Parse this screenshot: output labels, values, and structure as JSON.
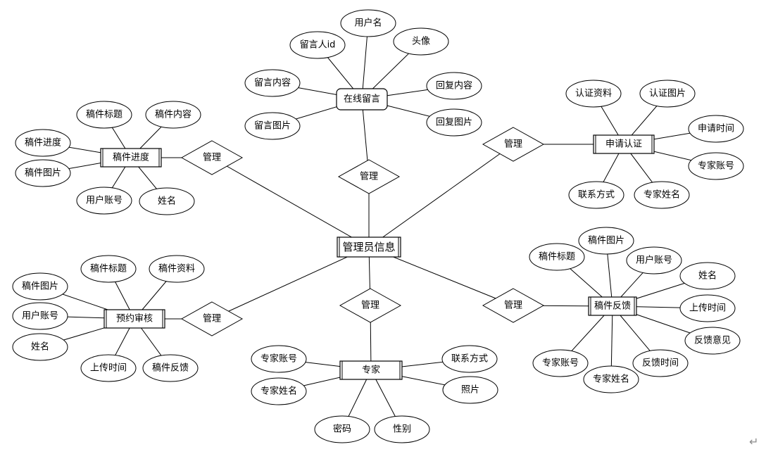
{
  "central": "管理员信息",
  "relationships": {
    "r_message": "管理",
    "r_progress": "管理",
    "r_review": "管理",
    "r_expert": "管理",
    "r_cert": "管理",
    "r_feedback": "管理"
  },
  "entities": {
    "message": {
      "name": "在线留言",
      "attributes": [
        "留言人id",
        "用户名",
        "头像",
        "留言内容",
        "回复内容",
        "留言图片",
        "回复图片"
      ]
    },
    "progress": {
      "name": "稿件进度",
      "attributes": [
        "稿件标题",
        "稿件内容",
        "稿件进度",
        "稿件图片",
        "用户账号",
        "姓名"
      ]
    },
    "cert": {
      "name": "申请认证",
      "attributes": [
        "认证资料",
        "认证图片",
        "申请时间",
        "专家账号",
        "联系方式",
        "专家姓名"
      ]
    },
    "review": {
      "name": "预约审核",
      "attributes": [
        "稿件标题",
        "稿件资料",
        "稿件图片",
        "用户账号",
        "姓名",
        "上传时间",
        "稿件反馈"
      ]
    },
    "feedback": {
      "name": "稿件反馈",
      "attributes": [
        "稿件图片",
        "稿件标题",
        "用户账号",
        "姓名",
        "上传时间",
        "反馈意见",
        "反馈时间",
        "专家账号",
        "专家姓名"
      ]
    },
    "expert": {
      "name": "专家",
      "attributes": [
        "专家账号",
        "联系方式",
        "专家姓名",
        "照片",
        "密码",
        "性别"
      ]
    }
  },
  "return_mark": "↵"
}
